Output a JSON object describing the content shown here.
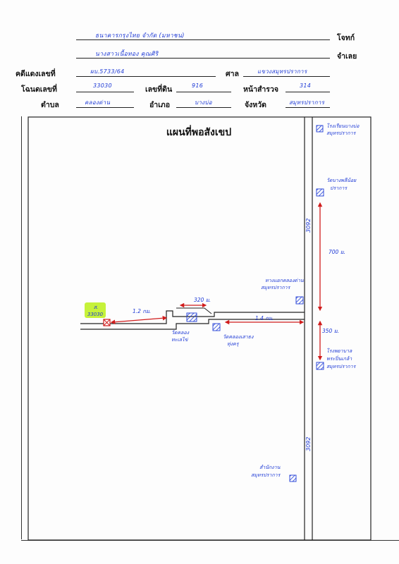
{
  "header": {
    "fields": [
      {
        "label": "โจทก์",
        "value": "ธนาคารกรุงไทย จำกัด (มหาชน)"
      },
      {
        "label": "จำเลย",
        "value": "นางสาวเนื้อทอง คุณศิริ"
      },
      {
        "label": "คดีแดงเลขที่",
        "value": "ผบ.5733/64"
      },
      {
        "label": "ศาล",
        "value": "แขวงสมุทรปราการ"
      },
      {
        "label": "โฉนดเลขที่",
        "value": "33030"
      },
      {
        "label": "เลขที่ดิน",
        "value": "916"
      },
      {
        "label": "หน้าสำรวจ",
        "value": "314"
      },
      {
        "label": "ตำบล",
        "value": "คลองด่าน"
      },
      {
        "label": "อำเภอ",
        "value": "บางบ่อ"
      },
      {
        "label": "จังหวัด",
        "value": "สมุทรปราการ"
      }
    ]
  },
  "map": {
    "title": "แผนที่พอสังเขป",
    "parcel_label": "ส.",
    "parcel_number": "33030",
    "road_name_upper": "3092",
    "road_name_lower": "3092",
    "distance_left": "1.2 กม.",
    "distance_bend": "320 ม.",
    "distance_mid": "1.4 กม.",
    "distance_700": "700 ม.",
    "distance_350": "350 ม.",
    "landmarks": {
      "school_top": [
        "โรงเรียนบางบ่อ",
        "สมุทรปราการ"
      ],
      "temple_top": [
        "วัดบางพลีน้อย",
        "ปราการ"
      ],
      "junction_top": [
        "ทางแยกคลองด่าน",
        "สมุทรปราการ"
      ],
      "temple_left": [
        "วัดคลอง",
        "ทะเลไข่"
      ],
      "temple_mid": [
        "วัดคลองเสาธง",
        "ทุ่งครุ"
      ],
      "hospital": [
        "โรงพยาบาล",
        "พระปิ่นเกล้า",
        "สมุทรปราการ"
      ],
      "office_bottom": [
        "สำนักงาน",
        "สมุทรปราการ"
      ]
    }
  },
  "colors": {
    "handwriting": "#1f3bd6",
    "arrow": "#d01c1c",
    "highlight": "#c6f23a",
    "lines": "#222222"
  }
}
